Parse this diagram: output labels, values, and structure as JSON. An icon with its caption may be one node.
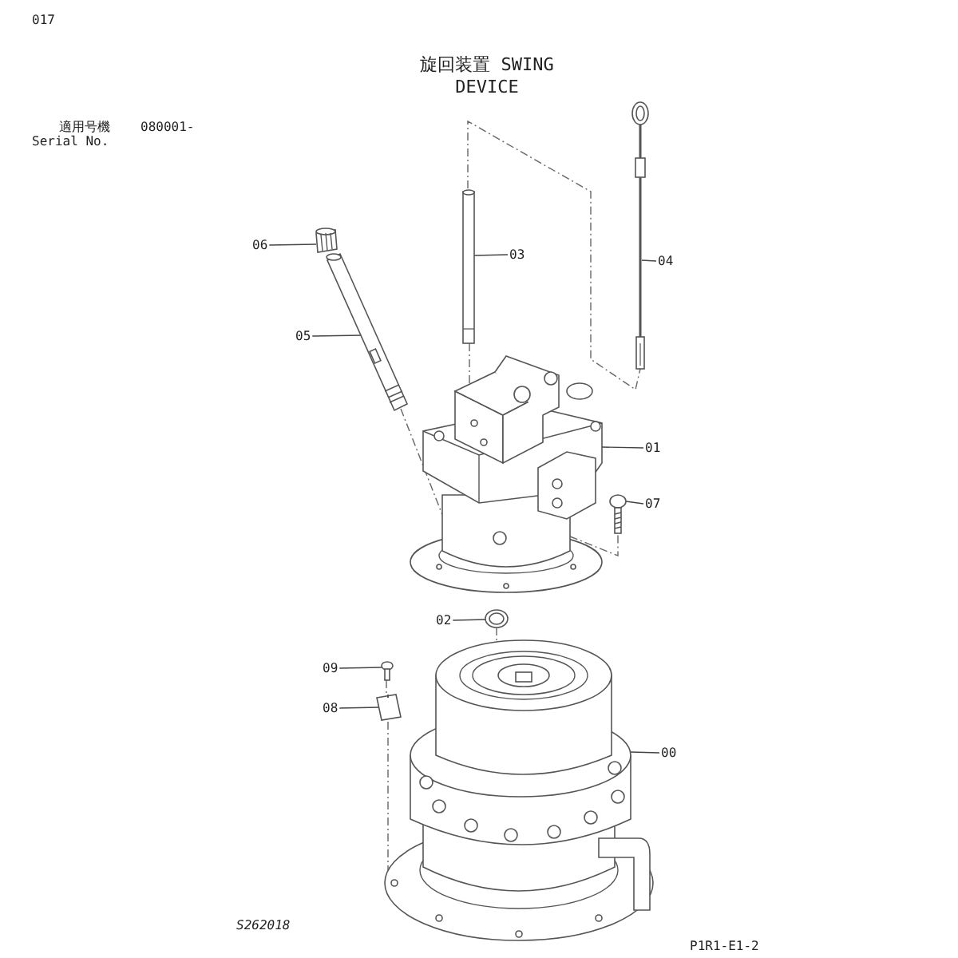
{
  "diagram": {
    "title": "旋回装置 SWING DEVICE",
    "nodes": [
      {
        "text": [
          "06"
        ]
      },
      {
        "text": [
          "03"
        ]
      },
      {
        "text": [
          "04"
        ]
      },
      {
        "text": [
          "05"
        ]
      },
      {
        "text": [
          "01"
        ]
      },
      {
        "text": [
          "07"
        ]
      },
      {
        "text": [
          "02"
        ]
      },
      {
        "text": [
          "09"
        ]
      },
      {
        "text": [
          "08"
        ]
      },
      {
        "text": [
          "00"
        ]
      },
      {
        "text": [],
        "shape": "picture"
      },
      {
        "text": [],
        "shape": "picture"
      },
      {
        "text": [],
        "shape": "picture"
      },
      {
        "text": [],
        "shape": "picture"
      },
      {
        "text": [],
        "shape": "picture"
      },
      {
        "text": [],
        "shape": "picture"
      },
      {
        "text": [],
        "shape": "picture"
      },
      {
        "text": [],
        "shape": "picture"
      },
      {
        "text": [],
        "shape": "picture",
        "in": 17
      },
      {
        "text": [],
        "shape": "picture",
        "in": 17
      }
    ],
    "edges": [
      {
        "from": 0,
        "to": 12,
        "arrow": "none"
      },
      {
        "from": 1,
        "to": 11,
        "arrow": "none"
      },
      {
        "from": 2,
        "to": 10,
        "arrow": "none"
      },
      {
        "from": 3,
        "to": 13,
        "arrow": "none"
      },
      {
        "from": 4,
        "to": 14,
        "arrow": "none"
      },
      {
        "from": 5,
        "to": 15,
        "arrow": "none"
      },
      {
        "from": 6,
        "to": 16,
        "arrow": "none"
      },
      {
        "from": 7,
        "to": 18,
        "arrow": "none"
      },
      {
        "from": 8,
        "to": 19,
        "arrow": "none"
      },
      {
        "from": 9,
        "to": 17,
        "arrow": "none"
      },
      {
        "from": 11,
        "to": 10,
        "arrow": "none",
        "style": "dashed"
      },
      {
        "from": 11,
        "to": 14,
        "arrow": "none",
        "style": "dashed"
      },
      {
        "from": 13,
        "to": 14,
        "arrow": "none",
        "style": "dashed"
      },
      {
        "from": 14,
        "to": 15,
        "arrow": "none",
        "style": "dashed"
      },
      {
        "from": 16,
        "to": 17,
        "arrow": "none",
        "style": "dashed"
      },
      {
        "from": 18,
        "to": 19,
        "arrow": "none",
        "style": "dashed"
      },
      {
        "from": 19,
        "to": 17,
        "arrow": "none",
        "style": "dashed"
      }
    ],
    "labels": [
      "017",
      "適用号機",
      "080001-",
      "Serial No.",
      "S262018",
      "P1R1-E1-2"
    ]
  }
}
